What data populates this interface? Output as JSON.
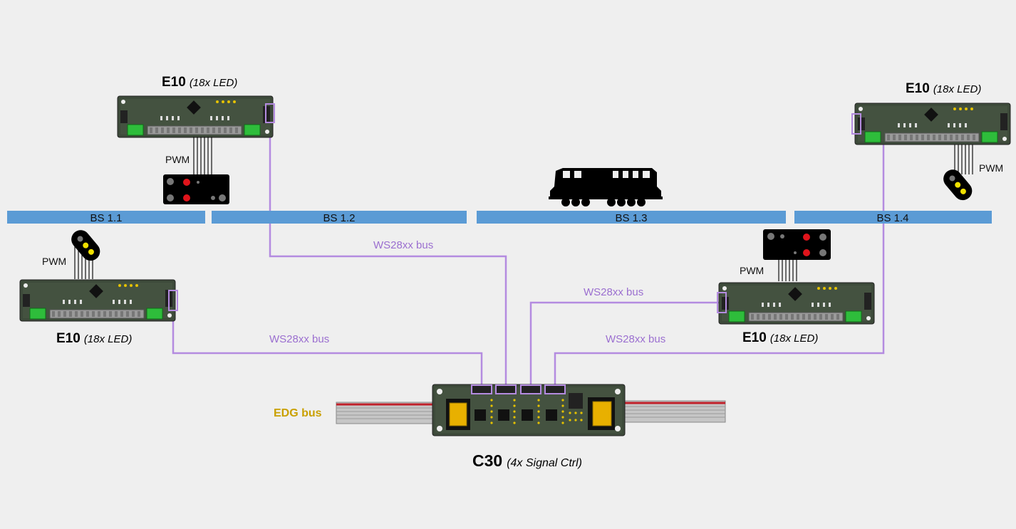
{
  "colors": {
    "track": "#5b9bd5",
    "bus_line": "#b48be0",
    "bus_text": "#9b6fd0",
    "edg_text": "#c9a000",
    "pcb": "#3d4a3a",
    "background": "#efefef"
  },
  "tracks": [
    {
      "label": "BS 1.1"
    },
    {
      "label": "BS 1.2"
    },
    {
      "label": "BS 1.3"
    },
    {
      "label": "BS 1.4"
    }
  ],
  "e10_modules": [
    {
      "name": "E10",
      "sub": "(18x LED)"
    },
    {
      "name": "E10",
      "sub": "(18x LED)"
    },
    {
      "name": "E10",
      "sub": "(18x LED)"
    },
    {
      "name": "E10",
      "sub": "(18x LED)"
    }
  ],
  "pwm_label": "PWM",
  "ws_bus_label": "WS28xx bus",
  "edg_bus_label": "EDG bus",
  "controller": {
    "name": "C30",
    "sub": "(4x Signal Ctrl)"
  },
  "icons": [
    "signal-red-icon",
    "signal-yellow-icon",
    "locomotive-icon",
    "pcb-board-icon",
    "ribbon-cable-icon"
  ]
}
